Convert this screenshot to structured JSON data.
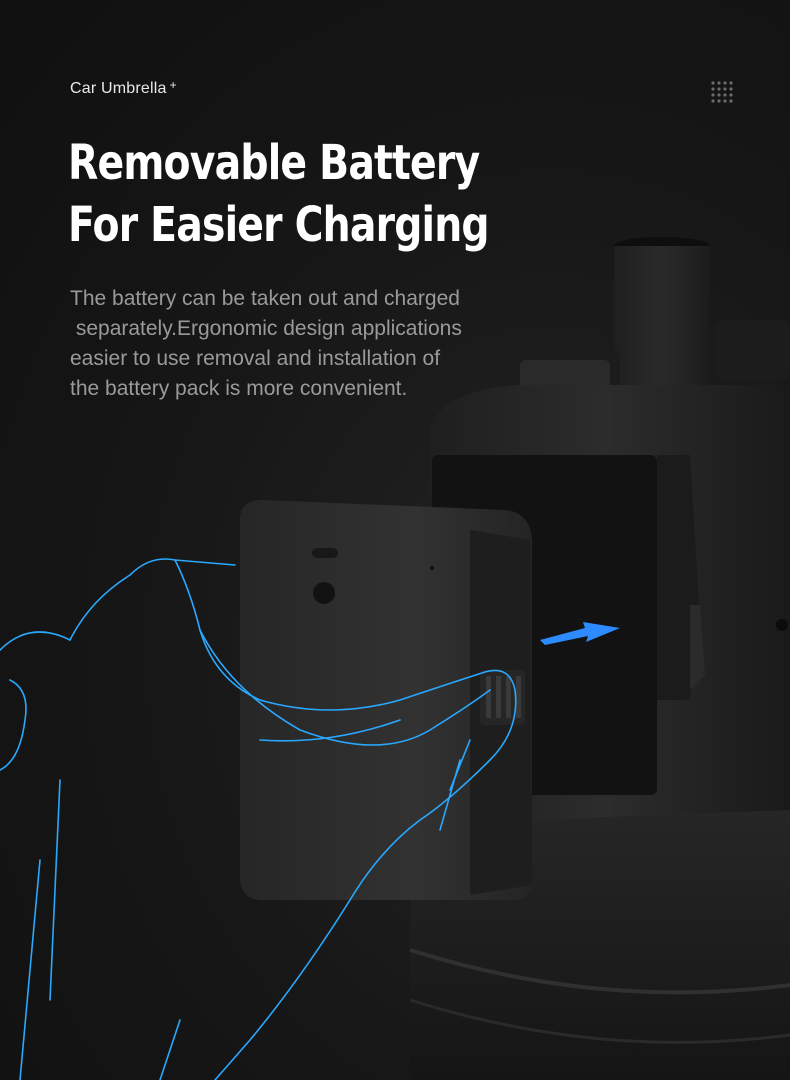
{
  "brand": {
    "name": "Car Umbrella",
    "mark": "+"
  },
  "menu_icon": "grid-dots-icon",
  "headline": {
    "line1": "Removable Battery",
    "line2": "For Easier Charging"
  },
  "description": {
    "lines": [
      "The battery can be taken out and charged",
      " separately.Ergonomic design applications",
      "easier to use removal and installation of",
      "the battery pack is more convenient."
    ]
  },
  "colors": {
    "background": "#141414",
    "hand_outline": "#2aa8ff",
    "arrow": "#2e8bff",
    "device": "#2b2b2b"
  }
}
